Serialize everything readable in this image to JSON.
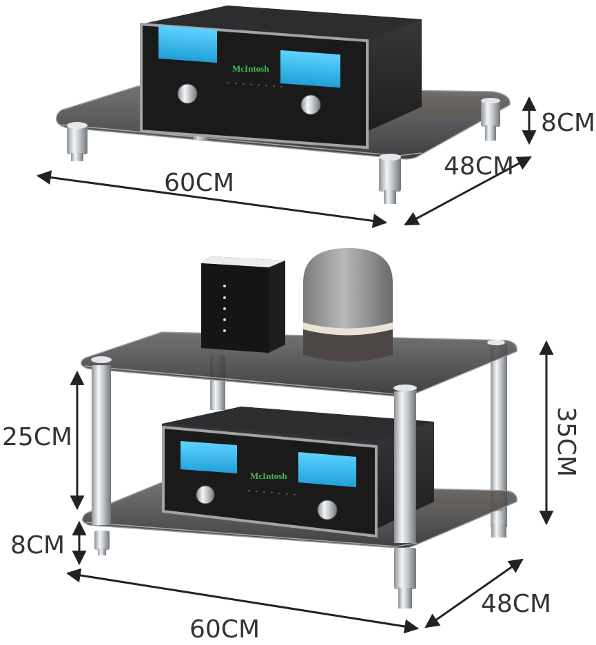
{
  "top_stand": {
    "leg_height_label": "8CM",
    "depth_label": "48CM",
    "width_label": "60CM",
    "amplifier": {
      "brand": "McIntosh"
    }
  },
  "bottom_stand": {
    "shelf_gap_label": "25CM",
    "total_height_label": "35CM",
    "leg_height_label": "8CM",
    "depth_label": "48CM",
    "width_label": "60CM",
    "amplifier": {
      "brand": "McIntosh"
    }
  },
  "colors": {
    "glass": "#3a3a3a",
    "chrome": "#c8ccd0",
    "meter": "#2fb7ee",
    "amp_body": "#2a2a2a",
    "speaker": "#9a9a9a"
  }
}
